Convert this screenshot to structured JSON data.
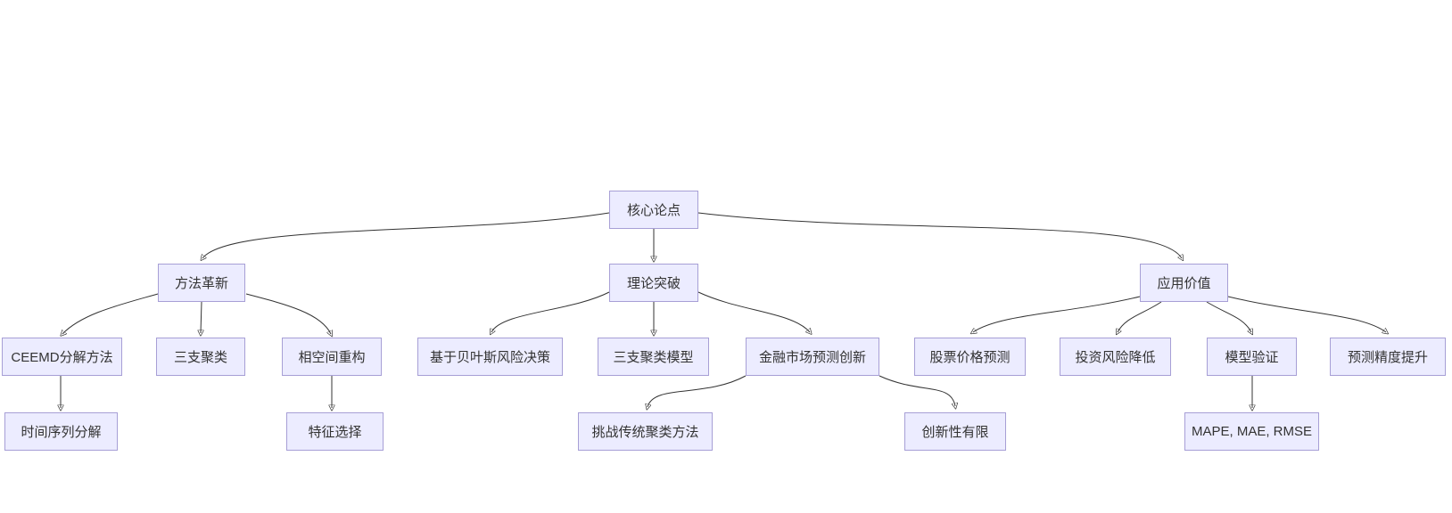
{
  "diagram": {
    "type": "flowchart-tree",
    "colors": {
      "background": "#ffffff",
      "node_fill": "#ECECFF",
      "node_border": "#a79fd6",
      "edge_color": "#333333",
      "text_color": "#333333"
    },
    "nodes": [
      {
        "id": "core-thesis",
        "label": "核心论点"
      },
      {
        "id": "method-innovation",
        "label": "方法革新"
      },
      {
        "id": "theory-breakthrough",
        "label": "理论突破"
      },
      {
        "id": "application-value",
        "label": "应用价值"
      },
      {
        "id": "ceemd-decomposition",
        "label": "CEEMD分解方法"
      },
      {
        "id": "three-way-clustering",
        "label": "三支聚类"
      },
      {
        "id": "phase-space-reconstruction",
        "label": "相空间重构"
      },
      {
        "id": "bayesian-risk-decision",
        "label": "基于贝叶斯风险决策"
      },
      {
        "id": "three-way-clustering-model",
        "label": "三支聚类模型"
      },
      {
        "id": "financial-market-prediction-innovation",
        "label": "金融市场预测创新"
      },
      {
        "id": "stock-price-prediction",
        "label": "股票价格预测"
      },
      {
        "id": "investment-risk-reduction",
        "label": "投资风险降低"
      },
      {
        "id": "model-validation",
        "label": "模型验证"
      },
      {
        "id": "prediction-accuracy-improvement",
        "label": "预测精度提升"
      },
      {
        "id": "time-series-decomposition",
        "label": "时间序列分解"
      },
      {
        "id": "feature-selection",
        "label": "特征选择"
      },
      {
        "id": "challenge-traditional-clustering",
        "label": "挑战传统聚类方法"
      },
      {
        "id": "limited-innovation",
        "label": "创新性有限"
      },
      {
        "id": "mape-mae-rmse",
        "label": "MAPE, MAE, RMSE"
      }
    ],
    "edges": [
      {
        "from": "核心论点",
        "to": "方法革新"
      },
      {
        "from": "核心论点",
        "to": "理论突破"
      },
      {
        "from": "核心论点",
        "to": "应用价值"
      },
      {
        "from": "方法革新",
        "to": "CEEMD分解方法"
      },
      {
        "from": "方法革新",
        "to": "三支聚类"
      },
      {
        "from": "方法革新",
        "to": "相空间重构"
      },
      {
        "from": "CEEMD分解方法",
        "to": "时间序列分解"
      },
      {
        "from": "相空间重构",
        "to": "特征选择"
      },
      {
        "from": "理论突破",
        "to": "基于贝叶斯风险决策"
      },
      {
        "from": "理论突破",
        "to": "三支聚类模型"
      },
      {
        "from": "理论突破",
        "to": "金融市场预测创新"
      },
      {
        "from": "金融市场预测创新",
        "to": "挑战传统聚类方法"
      },
      {
        "from": "金融市场预测创新",
        "to": "创新性有限"
      },
      {
        "from": "应用价值",
        "to": "股票价格预测"
      },
      {
        "from": "应用价值",
        "to": "投资风险降低"
      },
      {
        "from": "应用价值",
        "to": "模型验证"
      },
      {
        "from": "应用价值",
        "to": "预测精度提升"
      },
      {
        "from": "模型验证",
        "to": "MAPE, MAE, RMSE"
      }
    ]
  }
}
